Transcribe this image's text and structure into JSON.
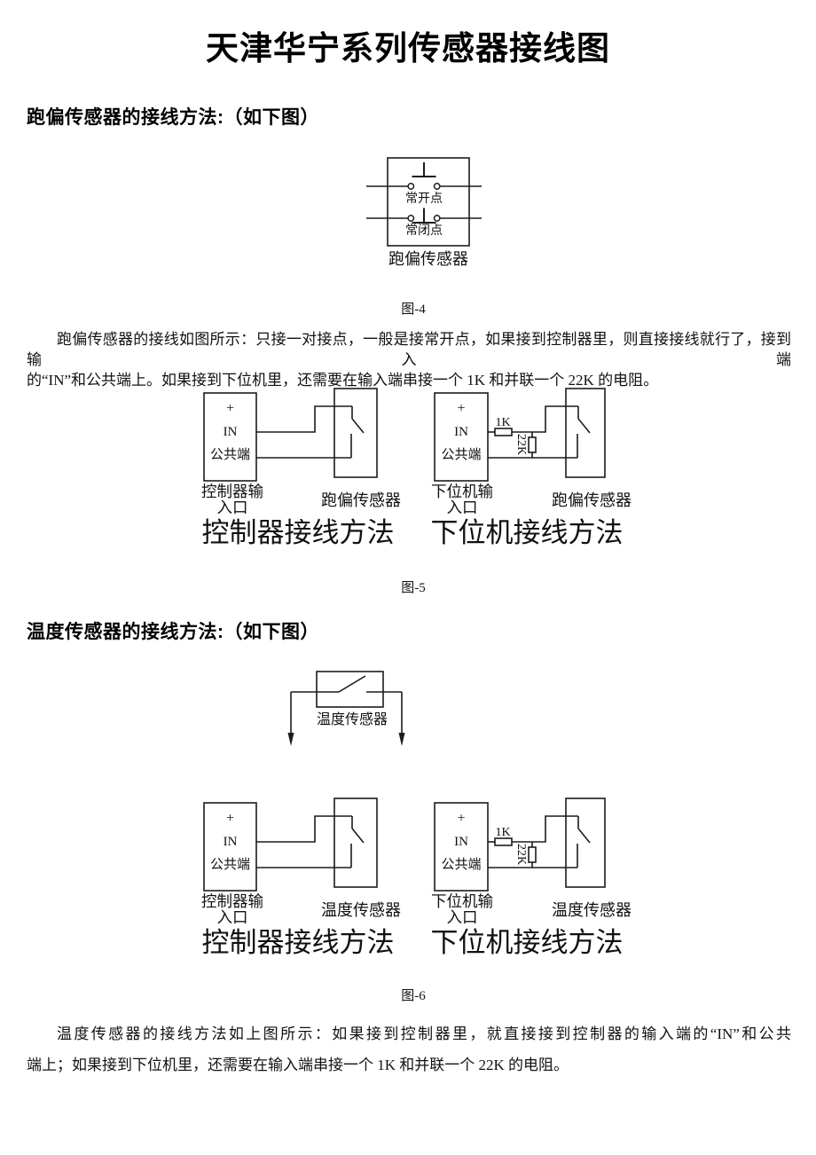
{
  "title": "天津华宁系列传感器接线图",
  "s1": {
    "heading": "跑偏传感器的接线方法:（如下图）",
    "fig4": {
      "no_label": "常开点",
      "nc_label": "常闭点",
      "sensor": "跑偏传感器",
      "caption": "图-4"
    },
    "para": {
      "line1": "跑偏传感器的接线如图所示：只接一对接点，一般是接常开点，如果接到控制器里，则直接接线就行了，接到输入端",
      "line2": "的“IN”和公共端上。如果接到下位机里，还需要在输入端串接一个 1K 和并联一个 22K 的电阻。"
    },
    "fig5": {
      "left": {
        "plus": "+",
        "in": "IN",
        "common": "公共端",
        "dev1": "控制器输",
        "dev2": "入口",
        "sensor": "跑偏传感器",
        "caption": "控制器接线方法"
      },
      "right": {
        "plus": "+",
        "in": "IN",
        "common": "公共端",
        "r1": "1K",
        "r2": "22K",
        "dev1": "下位机输",
        "dev2": "入口",
        "sensor": "跑偏传感器",
        "caption": "下位机接线方法"
      },
      "caption": "图-5"
    }
  },
  "s2": {
    "heading": "温度传感器的接线方法:（如下图）",
    "tempfig": {
      "sensor": "温度传感器"
    },
    "fig6": {
      "left": {
        "plus": "+",
        "in": "IN",
        "common": "公共端",
        "dev1": "控制器输",
        "dev2": "入口",
        "sensor": "温度传感器",
        "caption": "控制器接线方法"
      },
      "right": {
        "plus": "+",
        "in": "IN",
        "common": "公共端",
        "r1": "1K",
        "r2": "22K",
        "dev1": "下位机输",
        "dev2": "入口",
        "sensor": "温度传感器",
        "caption": "下位机接线方法"
      },
      "caption": "图-6"
    },
    "para": {
      "line1": "温度传感器的接线方法如上图所示：如果接到控制器里，就直接接到控制器的输入端的“IN”和公共",
      "line2": "端上；如果接到下位机里，还需要在输入端串接一个 1K 和并联一个 22K 的电阻。"
    }
  },
  "colors": {
    "ink": "#1c1c1c",
    "paper": "#ffffff"
  }
}
